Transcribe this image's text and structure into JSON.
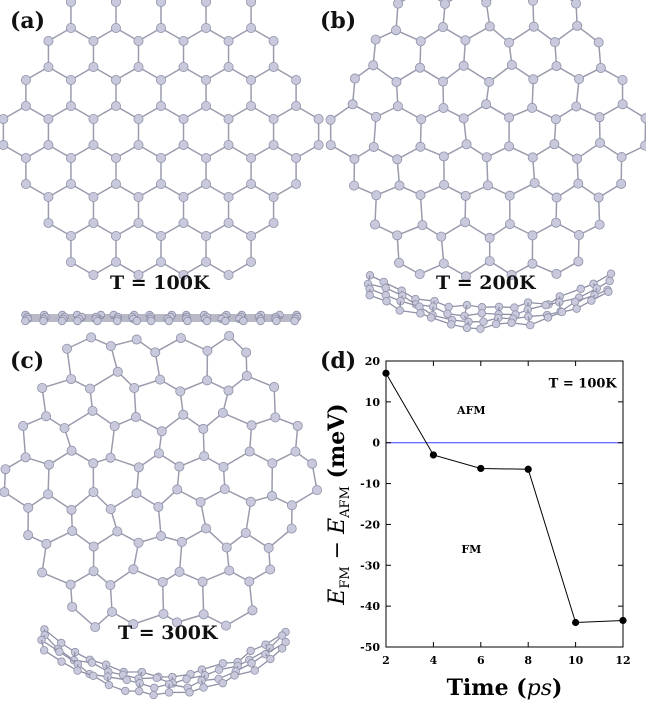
{
  "panels": [
    {
      "label": "(a)",
      "temperature": "T = 100K",
      "ripple": 0.0
    },
    {
      "label": "(b)",
      "temperature": "T = 200K",
      "ripple": 0.5
    },
    {
      "label": "(c)",
      "temperature": "T = 300K",
      "ripple": 1.0
    }
  ],
  "chart_label": "(d)",
  "chart_data": {
    "type": "line",
    "x": [
      2,
      4,
      6,
      8,
      10,
      12
    ],
    "y": [
      17,
      -3,
      -6.3,
      -6.5,
      -44,
      -43.5
    ],
    "xlim": [
      2,
      12
    ],
    "ylim": [
      -50,
      20
    ],
    "xticks": [
      "2",
      "4",
      "6",
      "8",
      "10",
      "12"
    ],
    "yticks": [
      "20",
      "10",
      "0",
      "-10",
      "-20",
      "-30",
      "-40",
      "-50"
    ],
    "xlabel": "Time",
    "xlabel_unit": "ps",
    "ylabel_parts": {
      "e": "E",
      "fm": "FM",
      "minus": " − ",
      "afm": "AFM",
      "unit": " (meV)"
    },
    "reference_line": 0,
    "reference_color": "#3b3bff",
    "line_color": "#000000",
    "annotations": [
      {
        "text": "T = 100K",
        "x": 10.3,
        "y": 13.5
      },
      {
        "text": "AFM",
        "x": 5.6,
        "y": 7
      },
      {
        "text": "FM",
        "x": 5.6,
        "y": -27
      }
    ],
    "grid": false
  }
}
